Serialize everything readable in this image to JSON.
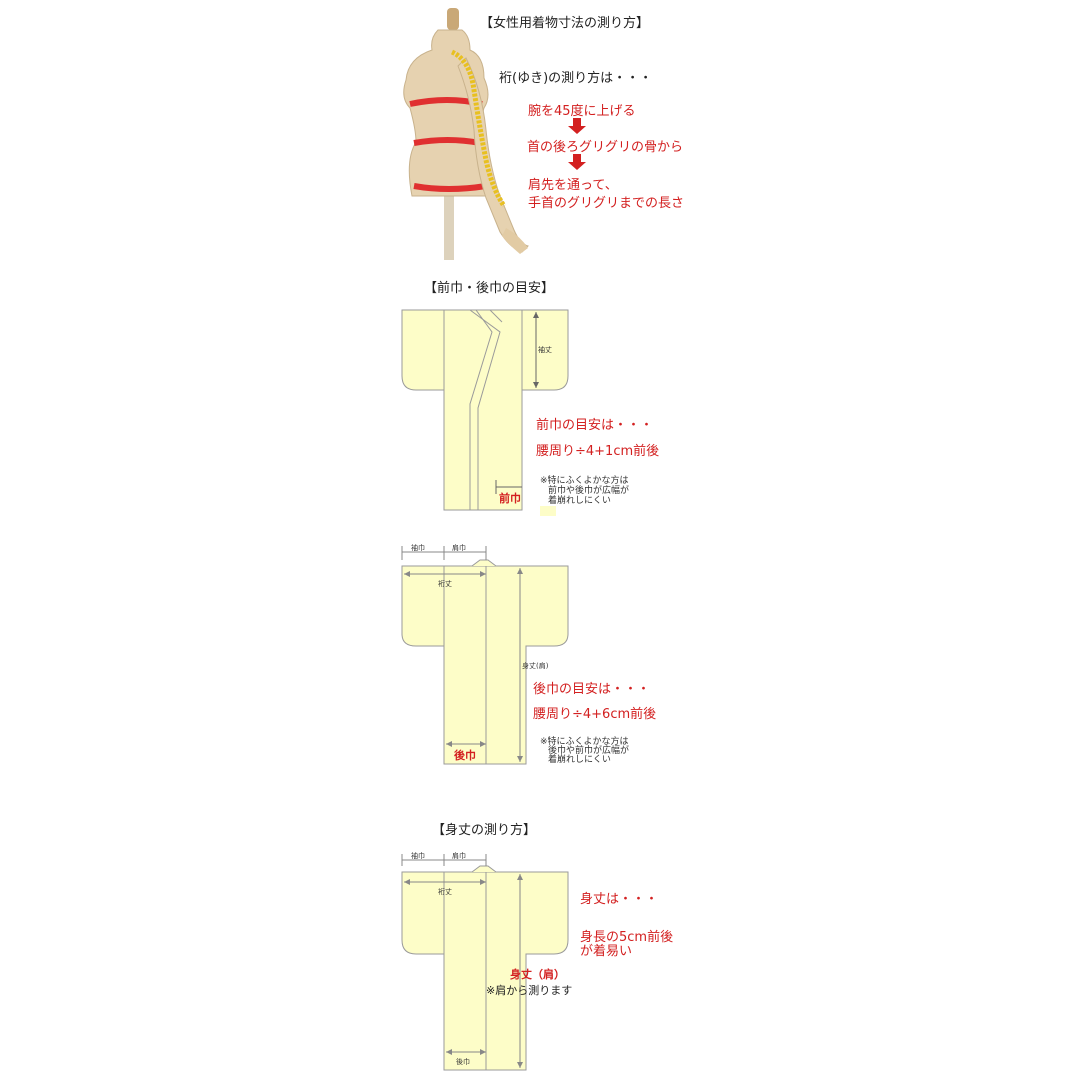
{
  "section1": {
    "title": "【女性用着物寸法の測り方】",
    "heading": "裄(ゆき)の測り方は・・・",
    "step1": "腕を45度に上げる",
    "step2": "首の後ろグリグリの骨から",
    "step3a": "肩先を通って、",
    "step3b": "手首のグリグリまでの長さ"
  },
  "section2": {
    "title": "【前巾・後巾の目安】",
    "sode_take": "袖丈",
    "maehaba_label": "前巾",
    "maehaba_heading": "前巾の目安は・・・",
    "maehaba_formula": "腰周り÷4+1cm前後",
    "maehaba_note": [
      "※特にふくよかな方は",
      "前巾や後巾が広幅が",
      "着崩れしにくい"
    ],
    "sodehaba": "袖巾",
    "katahaba": "肩巾",
    "yuki": "裄丈",
    "mitake_kata": "身丈(肩)",
    "ushirohaba_label": "後巾",
    "ushirohaba_heading": "後巾の目安は・・・",
    "ushirohaba_formula": "腰周り÷4+6cm前後",
    "ushirohaba_note": [
      "※特にふくよかな方は",
      "後巾や前巾が広幅が",
      "着崩れしにくい"
    ]
  },
  "section3": {
    "title": "【身丈の測り方】",
    "sodehaba": "袖巾",
    "katahaba": "肩巾",
    "yuki": "裄丈",
    "mitake_heading": "身丈は・・・",
    "mitake_desc_a": "身長の5cm前後",
    "mitake_desc_b": "が着易い",
    "mitake_label": "身丈（肩）",
    "mitake_note": "※肩から測ります",
    "ushirohaba": "後巾"
  },
  "colors": {
    "kimono_fill": "#fdfdc8",
    "accent_red": "#d32020",
    "tape_yellow": "#e8c020",
    "mannequin": "#e6d2b0",
    "band_red": "#e03030"
  }
}
